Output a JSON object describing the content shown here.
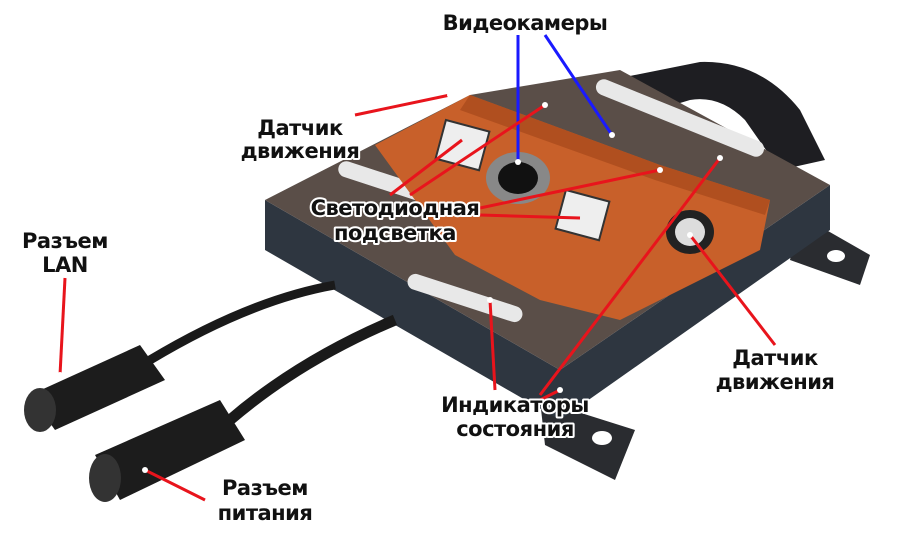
{
  "labels": {
    "cameras": "Видеокамеры",
    "motion_sensor_left": [
      "Датчик",
      "движения"
    ],
    "led_lighting": [
      "Светодиодная",
      "подсветка"
    ],
    "lan_connector": [
      "Разъем",
      "LAN"
    ],
    "power_connector": [
      "Разъем",
      "питания"
    ],
    "motion_sensor_right": [
      "Датчик",
      "движения"
    ],
    "status_indicators": [
      "Индикаторы",
      "состояния"
    ]
  },
  "colors": {
    "pointer_red": "#e8141c",
    "pointer_blue": "#1a1aff",
    "housing_orange": "#c8602a",
    "body_dark": "#2e3640"
  }
}
